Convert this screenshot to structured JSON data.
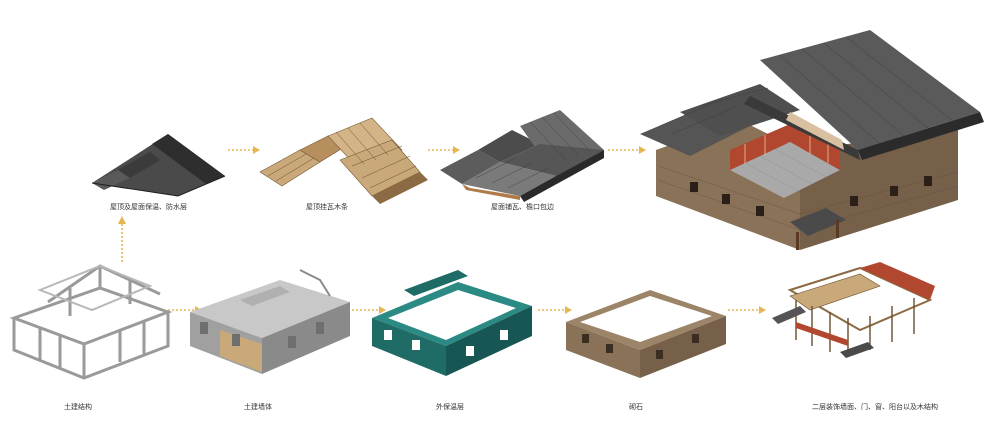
{
  "labels": {
    "roof_insulation": "屋顶及屋面保温、防水层",
    "roof_battens": "屋顶挂瓦木条",
    "roof_tiles": "屋面铺瓦、檐口包边",
    "structure": "土建结构",
    "walls": "土建墙体",
    "insulation": "外保温层",
    "stone": "砌石",
    "facade_wood": "二层装饰墙面、门、窗、阳台以及木结构"
  },
  "colors": {
    "arrow": "#e6b650",
    "roof_dark": "#3a3a3a",
    "wood": "#c9a97a",
    "insulation_teal": "#1f6b66",
    "stone": "#8a7258",
    "structure_grey": "#bdbdbd"
  }
}
